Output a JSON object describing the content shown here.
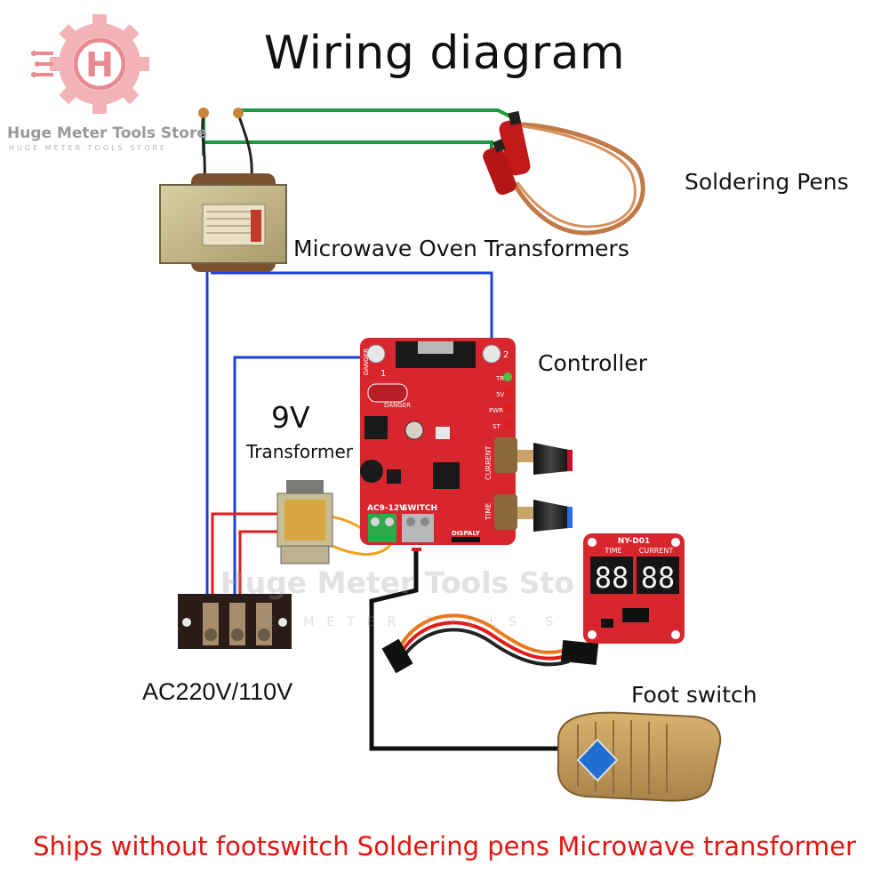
{
  "title": "Wiring diagram",
  "logo": {
    "letter": "H",
    "name": "Huge Meter Tools Store",
    "subtitle": "HUGE METER TOOLS STORE"
  },
  "watermark": {
    "main": "Huge Meter Tools Sto",
    "sub": "E METER TOOLS S"
  },
  "labels": {
    "soldering_pens": "Soldering Pens",
    "microwave_transformers": "Microwave Oven Transformers",
    "controller": "Controller",
    "nine_volt": "9V",
    "transformer": "Transformer",
    "power_input": "AC220V/110V",
    "foot_switch": "Foot switch"
  },
  "footer": "Ships without footswitch Soldering pens Microwave transformer",
  "controller_board": {
    "danger": "DANGER",
    "terminal_1": "1",
    "terminal_2": "2",
    "ac_label": "AC9-12V",
    "switch_label": "SWITCH",
    "display_label": "DISPALY",
    "current_label": "CURRENT",
    "time_label": "TIME",
    "led_labels": [
      "TR",
      "5V",
      "PWR",
      "ST"
    ]
  },
  "display_board": {
    "name": "NY-D01",
    "time_label": "TIME",
    "current_label": "CURRENT",
    "digits_time": "88",
    "digits_current": "88"
  },
  "colors": {
    "wire_blue": "#1f3fd6",
    "wire_red": "#e11b1b",
    "wire_green": "#1d9a3c",
    "wire_orange": "#f0a21a",
    "wire_black": "#111111",
    "board_red": "#d8262e",
    "footer_red": "#e4150f",
    "logo_pink": "#e88a8f"
  }
}
